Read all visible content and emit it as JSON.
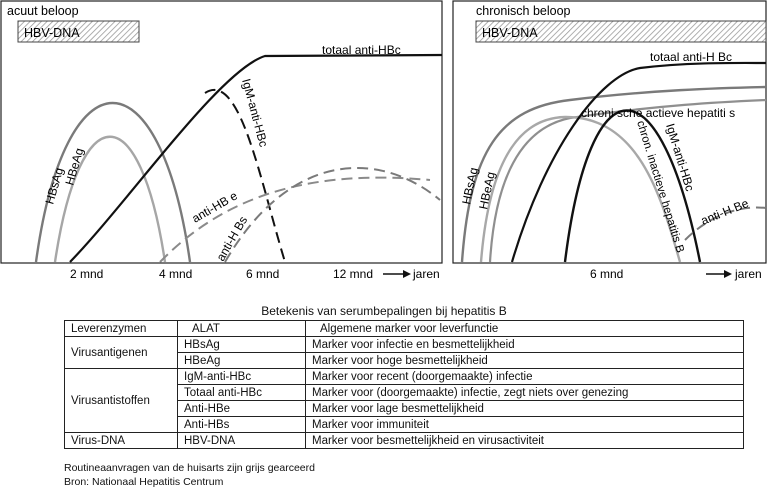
{
  "panels": {
    "acute": {
      "title": "acuut beloop",
      "dna_box": "HBV-DNA",
      "labels": {
        "totaal": "totaal anti-HBc",
        "igm": "IgM-anti-HBc",
        "hbsag": "HBsAg",
        "hbeag": "HBeAg",
        "antihbe": "anti-HB e",
        "antihbs": "anti-H Bs"
      },
      "ticks": [
        "2 mnd",
        "4 mnd",
        "6 mnd",
        "12 mnd"
      ],
      "axis_end": "jaren"
    },
    "chronic": {
      "title": "chronisch beloop",
      "dna_box": "HBV-DNA",
      "labels": {
        "totaal": "totaal anti-H Bc",
        "active": "chroni sche actieve hepatiti s",
        "inactive": "chron. inactieve hepatitis B",
        "igm": "IgM-anti-HBc",
        "hbsag": "HBsAg",
        "hbeag": "HBeAg",
        "antihbe": "anti-H Be"
      },
      "ticks": [
        "6 mnd"
      ],
      "axis_end": "jaren"
    }
  },
  "table": {
    "title": "Betekenis van serumbepalingen bij hepatitis B",
    "rows": [
      {
        "group": "Leverenzymen",
        "test": "ALAT",
        "meaning": "Algemene marker voor leverfunctie"
      },
      {
        "group": "Virusantigenen",
        "test": "HBsAg",
        "meaning": "Marker voor infectie en besmettelijkheid"
      },
      {
        "group": "",
        "test": "HBeAg",
        "meaning": "Marker voor hoge besmettelijkheid"
      },
      {
        "group": "Virusantistoffen",
        "test": "IgM-anti-HBc",
        "meaning": "Marker voor recent (doorgemaakte) infectie"
      },
      {
        "group": "",
        "test": "Totaal anti-HBc",
        "meaning": "Marker voor (doorgemaakte) infectie, zegt niets over genezing"
      },
      {
        "group": "",
        "test": "Anti-HBe",
        "meaning": "Marker voor lage besmettelijkheid"
      },
      {
        "group": "",
        "test": "Anti-HBs",
        "meaning": "Marker voor immuniteit"
      },
      {
        "group": "Virus-DNA",
        "test": "HBV-DNA",
        "meaning": "Marker voor besmettelijkheid en virusactiviteit"
      }
    ]
  },
  "footnotes": {
    "line1": "Routineaanvragen van de huisarts zijn grijs gearceerd",
    "line2": "Bron: Nationaal Hepatitis Centrum"
  }
}
